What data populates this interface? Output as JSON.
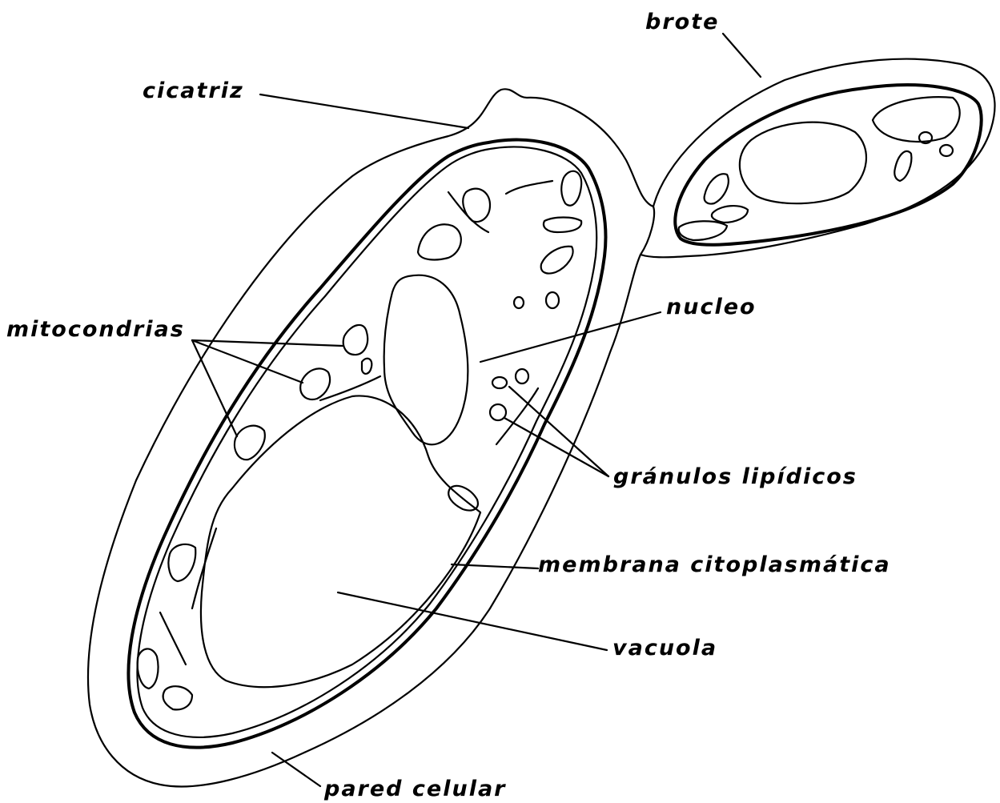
{
  "labels": {
    "brote": "brote",
    "cicatriz": "cicatriz",
    "mitocondrias": "mitocondrias",
    "nucleo": "nucleo",
    "granulos": "gránulos lipídicos",
    "membrana": "membrana citoplasmática",
    "vacuola": "vacuola",
    "pared": "pared celular"
  },
  "colors": {
    "ink": "#000000",
    "background": "#ffffff"
  }
}
